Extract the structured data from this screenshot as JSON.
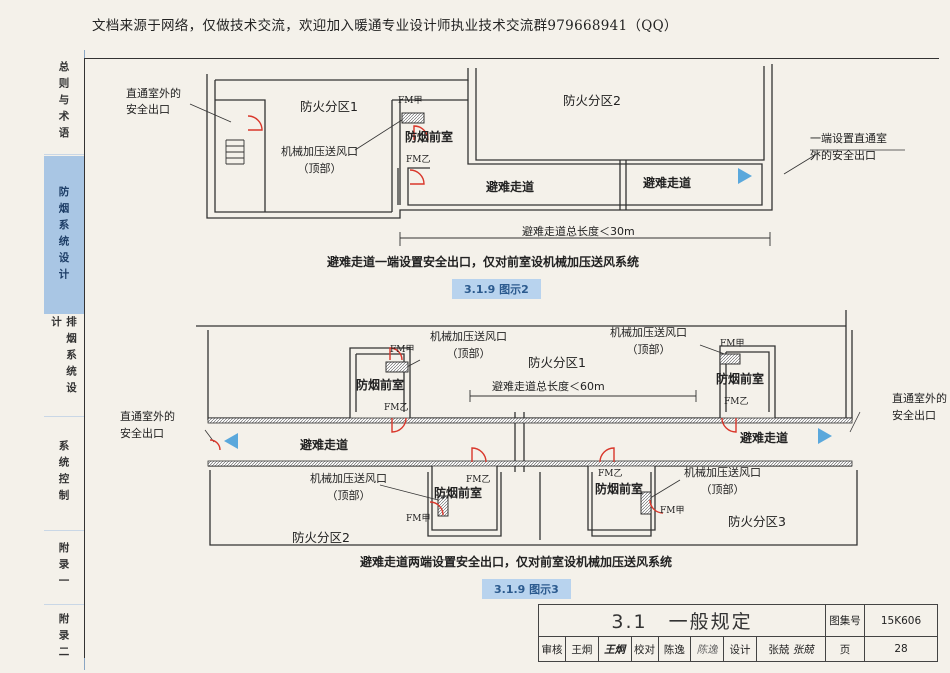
{
  "top_note": "文档来源于网络，仅做技术交流，欢迎加入暖通专业设计师执业技术交流群979668941（QQ）",
  "sidebar": [
    {
      "label": "总则与术语",
      "active": false
    },
    {
      "label": "防烟系统设计",
      "active": true
    },
    {
      "label": "排烟系统设计",
      "active": false
    },
    {
      "label": "系统控制",
      "active": false
    },
    {
      "label": "附录一",
      "active": false
    },
    {
      "label": "附录二",
      "active": false
    }
  ],
  "diagram1": {
    "zone1": "防火分区1",
    "zone2": "防火分区2",
    "safe_exit_left": [
      "直通室外的",
      "安全出口"
    ],
    "fm_jia": "FM甲",
    "fm_yi": "FM乙",
    "anteroom": "防烟前室",
    "fan_outlet": [
      "机械加压送风口",
      "（顶部）"
    ],
    "corridor": "避难走道",
    "one_end_exit": [
      "一端设置直通室",
      "外的安全出口"
    ],
    "length_note": "避难走道总长度＜30m",
    "caption": "避难走道一端设置安全出口，仅对前室设机械加压送风系统",
    "tag": "3.1.9 图示2"
  },
  "diagram2": {
    "zone1": "防火分区1",
    "zone2": "防火分区2",
    "zone3": "防火分区3",
    "fan_outlet": [
      "机械加压送风口",
      "（顶部）"
    ],
    "fm_jia": "FM甲",
    "fm_yi": "FM乙",
    "anteroom": "防烟前室",
    "corridor": "避难走道",
    "length_note": "避难走道总长度＜60m",
    "safe_exit": [
      "直通室外的",
      "安全出口"
    ],
    "safe_exit_right": [
      "直通室外的",
      "安全出口"
    ],
    "caption": "避难走道两端设置安全出口，仅对前室设机械加压送风系统",
    "tag": "3.1.9 图示3"
  },
  "title_block": {
    "title": "3.1　一般规定",
    "atlas_label": "图集号",
    "atlas_no": "15K606",
    "review_label": "审核",
    "reviewer": "王炯",
    "reviewer_sig": "王炯",
    "check_label": "校对",
    "checker": "陈逸",
    "checker_sig": "陈逸",
    "design_label": "设计",
    "designer": "张兢",
    "designer_sig": "张兢",
    "page_label": "页",
    "page_no": "28"
  },
  "colors": {
    "door_arc": "#d9372b",
    "exit_arrow": "#5aa8dc",
    "sidebar_active": "#a9c6e4",
    "tag_bg": "#b8d3ee"
  }
}
